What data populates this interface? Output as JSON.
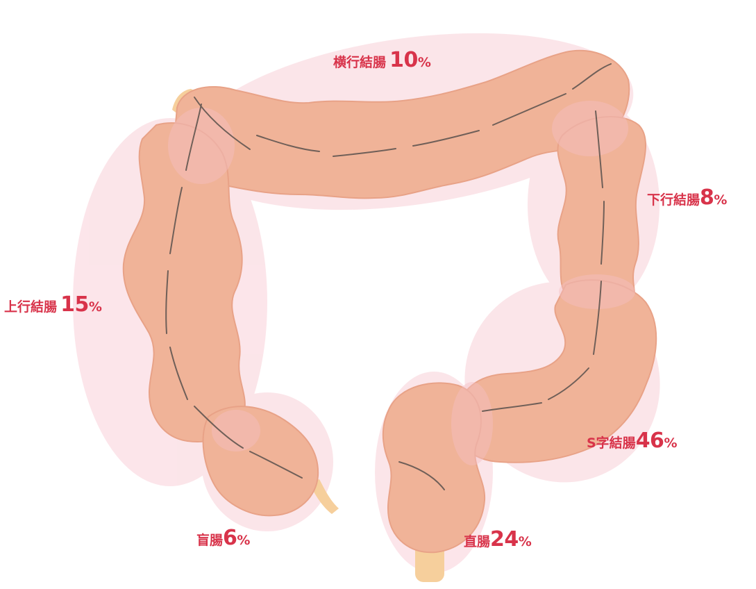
{
  "colors": {
    "label": "#d8334a",
    "colon_fill": "#f0b398",
    "colon_stroke": "#e09c82",
    "fold_line": "#6f5f58",
    "region_fill": "#fbe1e6",
    "overlap_fill": "#f3bfc4",
    "tail_fill": "#f6cf9c"
  },
  "segments": [
    {
      "id": "transverse",
      "name": "横行結腸",
      "value": "10",
      "unit": "%"
    },
    {
      "id": "descending",
      "name": "下行結腸",
      "value": "8",
      "unit": "%"
    },
    {
      "id": "ascending",
      "name": "上行結腸",
      "value": "15",
      "unit": "%"
    },
    {
      "id": "sigmoid",
      "name": "S字結腸",
      "value": "46",
      "unit": "%"
    },
    {
      "id": "cecum",
      "name": "盲腸",
      "value": "6",
      "unit": "%"
    },
    {
      "id": "rectum",
      "name": "直腸",
      "value": "24",
      "unit": "%"
    }
  ]
}
